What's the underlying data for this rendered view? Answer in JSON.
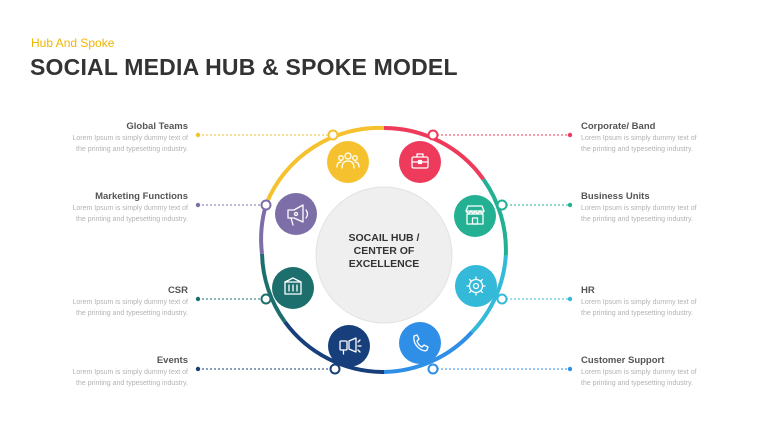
{
  "header": {
    "subtitle": "Hub And Spoke",
    "title": "SOCIAL MEDIA HUB & SPOKE MODEL"
  },
  "hub": {
    "line1": "SOCAIL HUB /",
    "line2": "CENTER OF",
    "line3": "EXCELLENCE"
  },
  "spokes": {
    "left": [
      {
        "title": "Global Teams",
        "desc1": "Lorem Ipsum is simply dummy text of",
        "desc2": "the printing and typesetting industry.",
        "color": "#f5c12e",
        "icon": "team-icon"
      },
      {
        "title": "Marketing Functions",
        "desc1": "Lorem Ipsum is simply dummy text of",
        "desc2": "the printing and typesetting industry.",
        "color": "#7e6ea8",
        "icon": "megaphone-icon"
      },
      {
        "title": "CSR",
        "desc1": "Lorem Ipsum is simply dummy text of",
        "desc2": "the printing and typesetting industry.",
        "color": "#1d6f6e",
        "icon": "building-icon"
      },
      {
        "title": "Events",
        "desc1": "Lorem Ipsum is simply dummy text of",
        "desc2": "the printing and typesetting industry.",
        "color": "#173f7b",
        "icon": "event-icon"
      }
    ],
    "right": [
      {
        "title": "Corporate/ Band",
        "desc1": "Lorem Ipsum is simply dummy text of",
        "desc2": "the printing and typesetting industry.",
        "color": "#ee3a5b",
        "icon": "briefcase-icon"
      },
      {
        "title": "Business Units",
        "desc1": "Lorem Ipsum is simply dummy text of",
        "desc2": "the printing and typesetting industry.",
        "color": "#24b092",
        "icon": "store-icon"
      },
      {
        "title": "HR",
        "desc1": "Lorem Ipsum is simply dummy text of",
        "desc2": "the printing and typesetting industry.",
        "color": "#35b9d9",
        "icon": "gear-icon"
      },
      {
        "title": "Customer Support",
        "desc1": "Lorem Ipsum is simply dummy text of",
        "desc2": "the printing and typesetting industry.",
        "color": "#2f8ee6",
        "icon": "phone-icon"
      }
    ]
  }
}
